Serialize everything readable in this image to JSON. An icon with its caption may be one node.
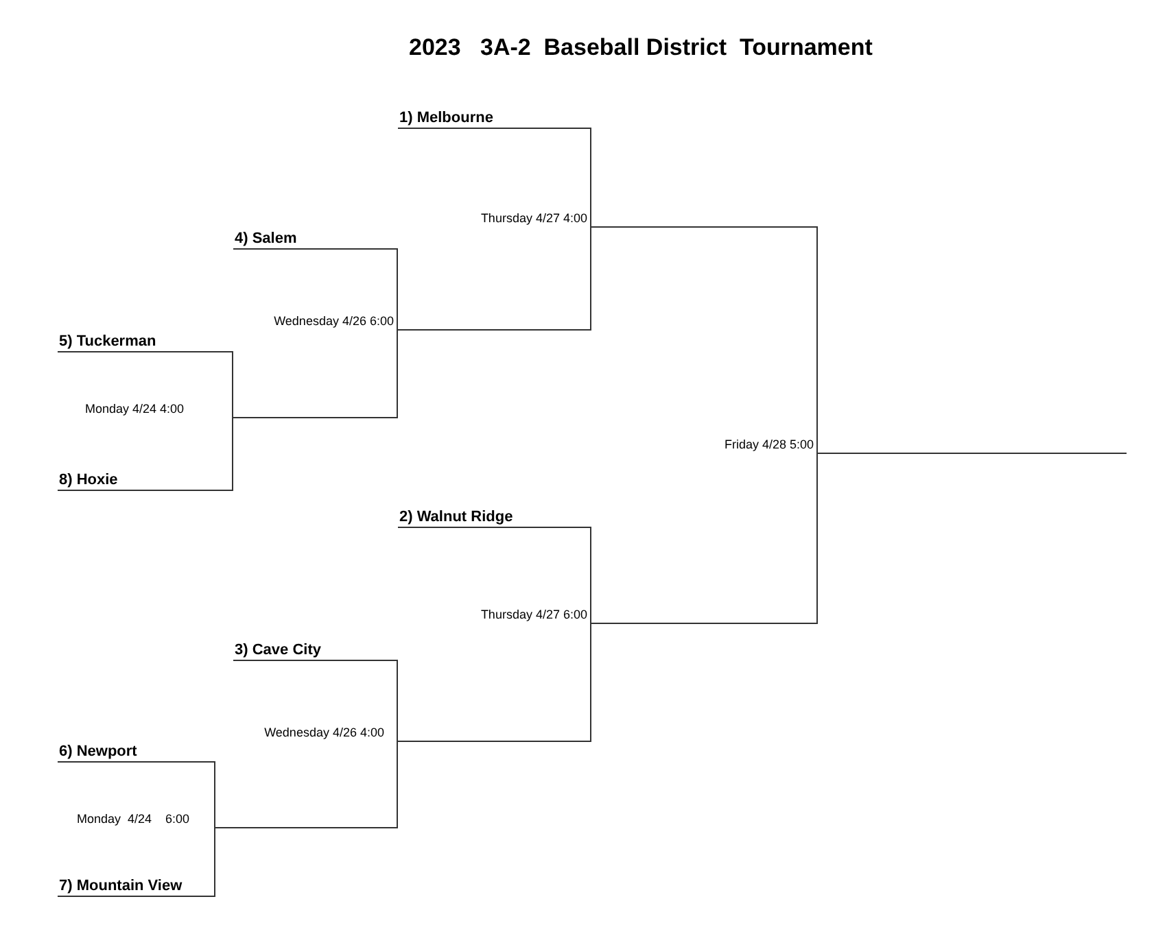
{
  "diagram": {
    "title": "2023   3A-2  Baseball District  Tournament",
    "nodes": [
      {
        "text": [
          "1) Melbourne"
        ]
      },
      {
        "text": [
          "Thursday 4/27 4:00"
        ]
      },
      {
        "text": [
          "4) Salem"
        ]
      },
      {
        "text": [
          "Wednesday 4/26 6:00"
        ]
      },
      {
        "text": [
          "5) Tuckerman"
        ]
      },
      {
        "text": [
          "Monday 4/24 4:00"
        ]
      },
      {
        "text": [
          "Friday 4/28 5:00"
        ]
      },
      {
        "text": [
          "8) Hoxie"
        ]
      },
      {
        "text": [
          "2) Walnut Ridge"
        ]
      },
      {
        "text": [
          "Thursday 4/27 6:00"
        ]
      },
      {
        "text": [
          "3) Cave City"
        ]
      },
      {
        "text": [
          "Wednesday 4/26 4:00"
        ]
      },
      {
        "text": [
          "6) Newport"
        ]
      },
      {
        "text": [
          "Monday  4/24    6:00"
        ]
      },
      {
        "text": [
          "7) Mountain View"
        ]
      }
    ],
    "edges": [
      {
        "from": 4,
        "to": 5,
        "arrow": "none"
      },
      {
        "from": 7,
        "to": 5,
        "arrow": "none"
      },
      {
        "from": 2,
        "to": 3,
        "arrow": "none"
      },
      {
        "from": 5,
        "to": 3,
        "arrow": "none"
      },
      {
        "from": 0,
        "to": 1,
        "arrow": "none"
      },
      {
        "from": 3,
        "to": 1,
        "arrow": "none"
      },
      {
        "from": 1,
        "to": 6,
        "arrow": "none"
      },
      {
        "from": 12,
        "to": 13,
        "arrow": "none"
      },
      {
        "from": 14,
        "to": 13,
        "arrow": "none"
      },
      {
        "from": 10,
        "to": 11,
        "arrow": "none"
      },
      {
        "from": 13,
        "to": 11,
        "arrow": "none"
      },
      {
        "from": 8,
        "to": 9,
        "arrow": "none"
      },
      {
        "from": 11,
        "to": 9,
        "arrow": "none"
      },
      {
        "from": 9,
        "to": 6,
        "arrow": "none"
      },
      {
        "from": 6,
        "to": null,
        "arrow": "none"
      }
    ]
  }
}
